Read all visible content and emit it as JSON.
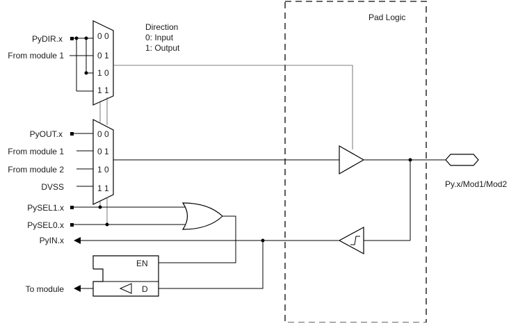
{
  "pad_logic_label": "Pad Logic",
  "direction_note": {
    "title": "Direction",
    "line1": "0: Input",
    "line2": "1: Output"
  },
  "direction_mux": {
    "inputs": [
      "PyDIR.x",
      "From module 1",
      "",
      ""
    ],
    "selects": [
      "0 0",
      "0 1",
      "1 0",
      "1 1"
    ]
  },
  "output_mux": {
    "inputs": [
      "PyOUT.x",
      "From module 1",
      "From module 2",
      "DVSS"
    ],
    "selects": [
      "0 0",
      "0 1",
      "1 0",
      "1 1"
    ]
  },
  "select_inputs": [
    "PySEL1.x",
    "PySEL0.x"
  ],
  "input_signal": "PyIN.x",
  "to_module": "To module",
  "latch": {
    "enable": "EN",
    "data": "D"
  },
  "pin_label": "Py.x/Mod1/Mod2"
}
